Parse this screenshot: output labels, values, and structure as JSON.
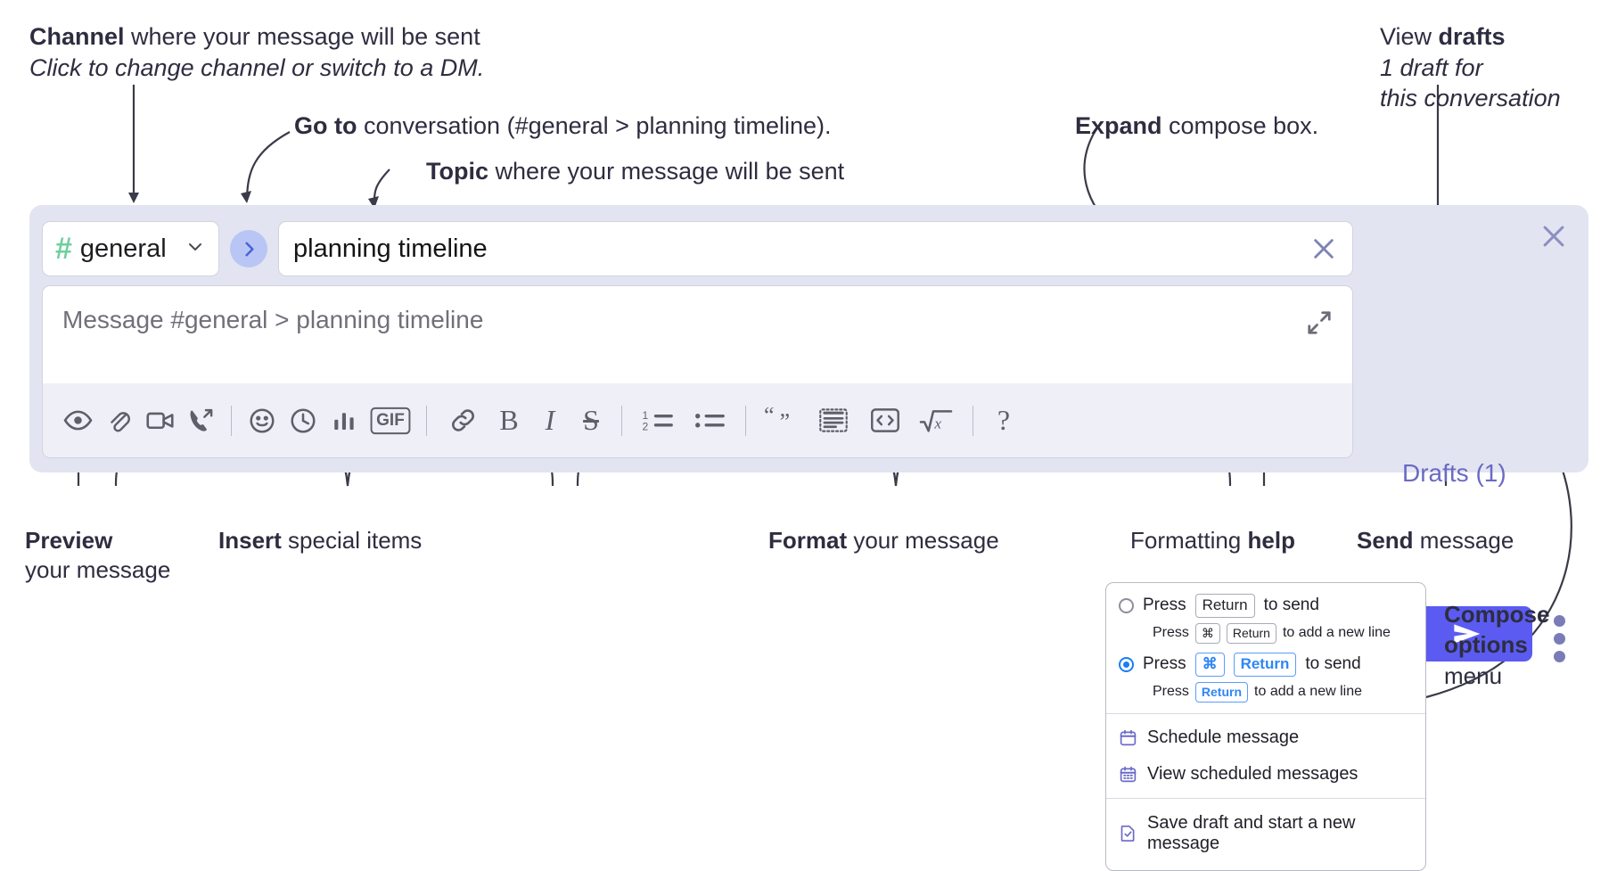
{
  "annotations": {
    "channel": {
      "bold": "Channel",
      "rest": " where your message will be sent",
      "italic": "Click to change channel or switch to a DM."
    },
    "goto": {
      "bold": "Go to",
      "rest": " conversation (#general > planning timeline)."
    },
    "topic": {
      "bold": "Topic",
      "rest": " where your message will be sent"
    },
    "expand": {
      "bold": "Expand",
      "rest": " compose box."
    },
    "drafts": {
      "bold_lead": "View ",
      "bold": "drafts",
      "italic1": "1 draft for",
      "italic2": "this conversation"
    },
    "preview": {
      "bold": "Preview",
      "rest": "your message"
    },
    "insert": {
      "bold": "Insert",
      "rest": " special items"
    },
    "format": {
      "bold": "Format",
      "rest": " your message"
    },
    "help": {
      "lead": "Formatting ",
      "bold": "help"
    },
    "send": {
      "bold": "Send",
      "rest": " message"
    },
    "compose_options": {
      "bold1": "Compose",
      "bold2": "options",
      "rest": "menu"
    }
  },
  "compose": {
    "channel": {
      "hash": "#",
      "name": "general",
      "caret_icon": "chevron-down-icon"
    },
    "goto_icon": "chevron-right-icon",
    "topic": {
      "value": "planning timeline",
      "clear_icon": "close-icon"
    },
    "message": {
      "placeholder": "Message #general > planning timeline",
      "expand_icon": "expand-icon"
    },
    "close_icon": "close-icon",
    "drafts_label": "Drafts (1)",
    "send_icon": "send-icon",
    "kebab_icon": "more-vertical-icon",
    "accent_color": "#5b5bf2",
    "panel_color": "#e3e4f1",
    "toolbar_color": "#eff0f7",
    "hash_color": "#6ecf9e",
    "drafts_color": "#6a6ac4"
  },
  "toolbar": {
    "groups": [
      {
        "name": "preview",
        "items": [
          {
            "name": "preview-icon",
            "label": ""
          }
        ]
      },
      {
        "name": "insert",
        "items": [
          {
            "name": "attachment-icon",
            "label": ""
          },
          {
            "name": "video-icon",
            "label": ""
          },
          {
            "name": "call-icon",
            "label": ""
          }
        ]
      },
      {
        "name": "insert-special",
        "items": [
          {
            "name": "emoji-icon",
            "label": ""
          },
          {
            "name": "clock-icon",
            "label": ""
          },
          {
            "name": "poll-icon",
            "label": ""
          },
          {
            "name": "gif-icon",
            "label": "GIF"
          }
        ]
      },
      {
        "name": "format-basic",
        "items": [
          {
            "name": "link-icon",
            "label": ""
          },
          {
            "name": "bold-icon",
            "label": "B"
          },
          {
            "name": "italic-icon",
            "label": "I"
          },
          {
            "name": "strikethrough-icon",
            "label": "S"
          }
        ]
      },
      {
        "name": "format-lists",
        "items": [
          {
            "name": "ordered-list-icon",
            "label": ""
          },
          {
            "name": "bulleted-list-icon",
            "label": ""
          }
        ]
      },
      {
        "name": "format-blocks",
        "items": [
          {
            "name": "blockquote-icon",
            "label": ""
          },
          {
            "name": "code-block-icon",
            "label": ""
          },
          {
            "name": "code-icon",
            "label": ""
          },
          {
            "name": "math-icon",
            "label": ""
          }
        ]
      },
      {
        "name": "help",
        "items": [
          {
            "name": "help-icon",
            "label": "?"
          }
        ]
      }
    ]
  },
  "menu": {
    "option1": {
      "press": "Press",
      "key": "Return",
      "tail": "to send",
      "selected": false,
      "sub": {
        "press": "Press",
        "key1": "⌘",
        "key2": "Return",
        "tail": "to add a new line"
      }
    },
    "option2": {
      "press": "Press",
      "key1": "⌘",
      "key2": "Return",
      "tail": "to send",
      "selected": true,
      "sub": {
        "press": "Press",
        "key": "Return",
        "tail": "to add a new line"
      }
    },
    "items": [
      {
        "icon": "calendar-schedule-icon",
        "label": "Schedule message"
      },
      {
        "icon": "calendar-list-icon",
        "label": "View scheduled messages"
      },
      {
        "icon": "save-draft-icon",
        "label": "Save draft and start a new message"
      }
    ]
  }
}
